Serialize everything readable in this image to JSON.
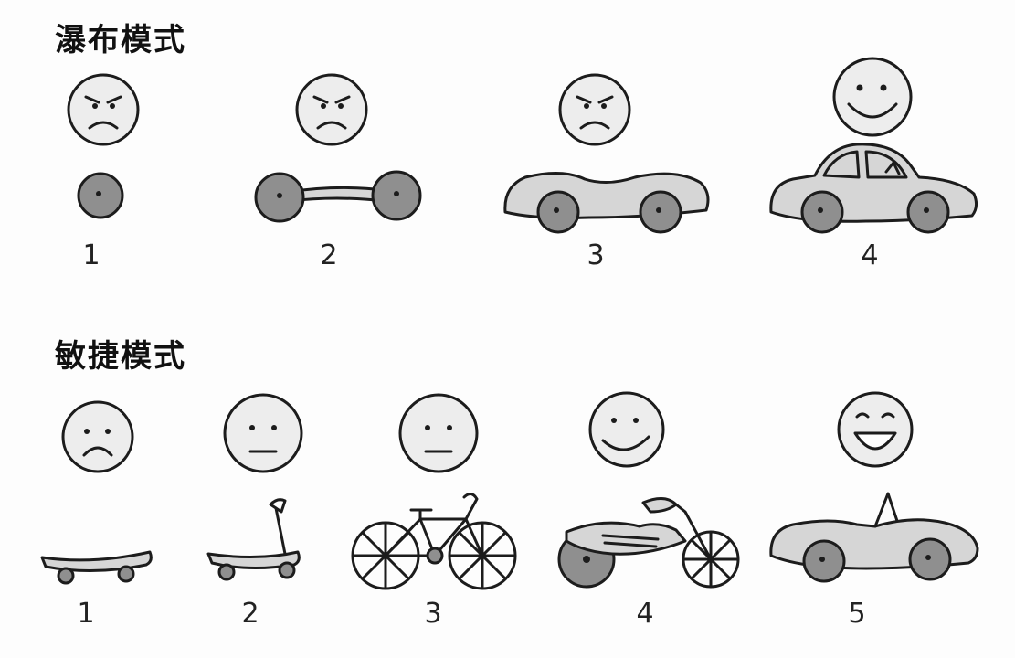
{
  "sections": {
    "waterfall": {
      "title": "瀑布模式",
      "steps": [
        {
          "label": "1",
          "mood": "angry",
          "vehicle": "wheel"
        },
        {
          "label": "2",
          "mood": "angry",
          "vehicle": "axle"
        },
        {
          "label": "3",
          "mood": "angry",
          "vehicle": "car-body"
        },
        {
          "label": "4",
          "mood": "happy",
          "vehicle": "car"
        }
      ]
    },
    "agile": {
      "title": "敏捷模式",
      "steps": [
        {
          "label": "1",
          "mood": "sad",
          "vehicle": "skateboard"
        },
        {
          "label": "2",
          "mood": "neutral",
          "vehicle": "scooter"
        },
        {
          "label": "3",
          "mood": "neutral",
          "vehicle": "bicycle"
        },
        {
          "label": "4",
          "mood": "happy",
          "vehicle": "motorcycle"
        },
        {
          "label": "5",
          "mood": "very-happy",
          "vehicle": "convertible"
        }
      ]
    }
  }
}
